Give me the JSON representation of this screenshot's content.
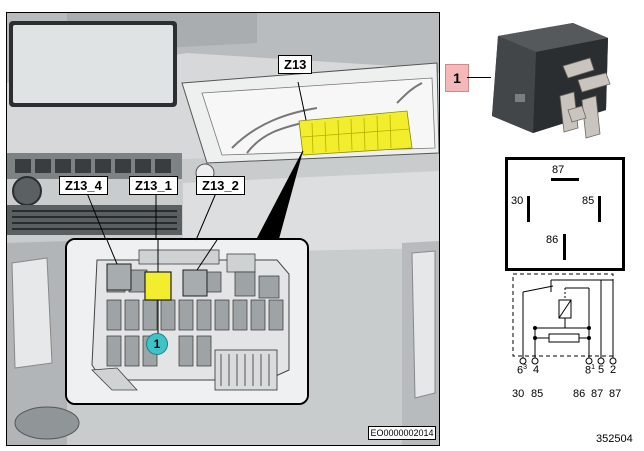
{
  "callouts": {
    "z13": "Z13",
    "z13_4": "Z13_4",
    "z13_1": "Z13_1",
    "z13_2": "Z13_2"
  },
  "markers": {
    "position_number": "1",
    "relay_index": "1"
  },
  "relay_pins": {
    "top": "87",
    "left": "30",
    "right": "85",
    "bottom": "86"
  },
  "circuit_terminals": {
    "t1": "6",
    "t1_sup": "3",
    "t2": "4",
    "t3": "8",
    "t3_sup": "1",
    "t4": "5",
    "t5": "2"
  },
  "circuit_pin_labels": [
    "30",
    "85",
    "86",
    "87",
    "87"
  ],
  "codes": {
    "image_code": "EO0000002014",
    "figure_number": "352504"
  },
  "colors": {
    "highlight_yellow": "#f2ee2e",
    "marker_teal": "#3fc3c8",
    "position_box_pink": "#f4b8b8"
  }
}
